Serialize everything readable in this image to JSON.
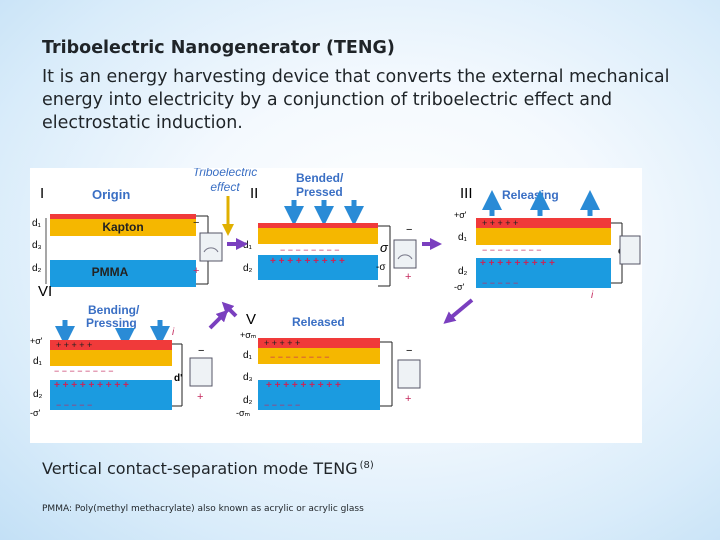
{
  "slide": {
    "title": "Triboelectric Nanogenerator (TENG)",
    "intro": "It is an energy harvesting device that converts the external mechanical energy into electricity by a conjunction of triboelectric effect and electrostatic induction.",
    "caption": "Vertical contact-separation mode TENG",
    "caption_ref": "(8)",
    "footnote": "PMMA: Poly(methyl methacrylate) also known as acrylic or acrylic glass"
  },
  "diagram": {
    "stages": {
      "I": "I",
      "II": "II",
      "III": "III",
      "V": "V",
      "VI": "VI"
    },
    "labels": {
      "origin": "Origin",
      "tribo_line1": "Triboelectric",
      "tribo_line2": "effect",
      "bended_line1": "Bended/",
      "bended_line2": "Pressed",
      "releasing": "Releasing",
      "bending_line1": "Bending/",
      "bending_line2": "Pressing",
      "released": "Released",
      "kapton": "Kapton",
      "pmma": "PMMA"
    },
    "symbols": {
      "d1": "d₁",
      "d2": "d₂",
      "d3": "d₃",
      "d_prime": "d'",
      "current": "i",
      "sigma_pos": "+σ'",
      "sigma_neg": "-σ'",
      "sigma_m_pos": "+σₘ",
      "sigma_m_neg": "-σₘ",
      "sigma": "σ",
      "minus_sigma": "-σ",
      "plus": "+",
      "minus": "−",
      "plus_row": "+ + + + + + + + +",
      "minus_row": "− − − − − − − −",
      "plus_row_sparse": "+    +    +    +    +",
      "minus_row_sparse": "−    −    −    −    −"
    },
    "colors": {
      "kapton": "#f5b700",
      "electrode_top": "#f03a3a",
      "pmma": "#1b9be0",
      "electrode_bottom": "#1b9be0",
      "arrow": "#2a8bd6",
      "cycle_arrow": "#7a3fbf",
      "label": "#3a6fc4",
      "current": "#c4285c"
    }
  }
}
